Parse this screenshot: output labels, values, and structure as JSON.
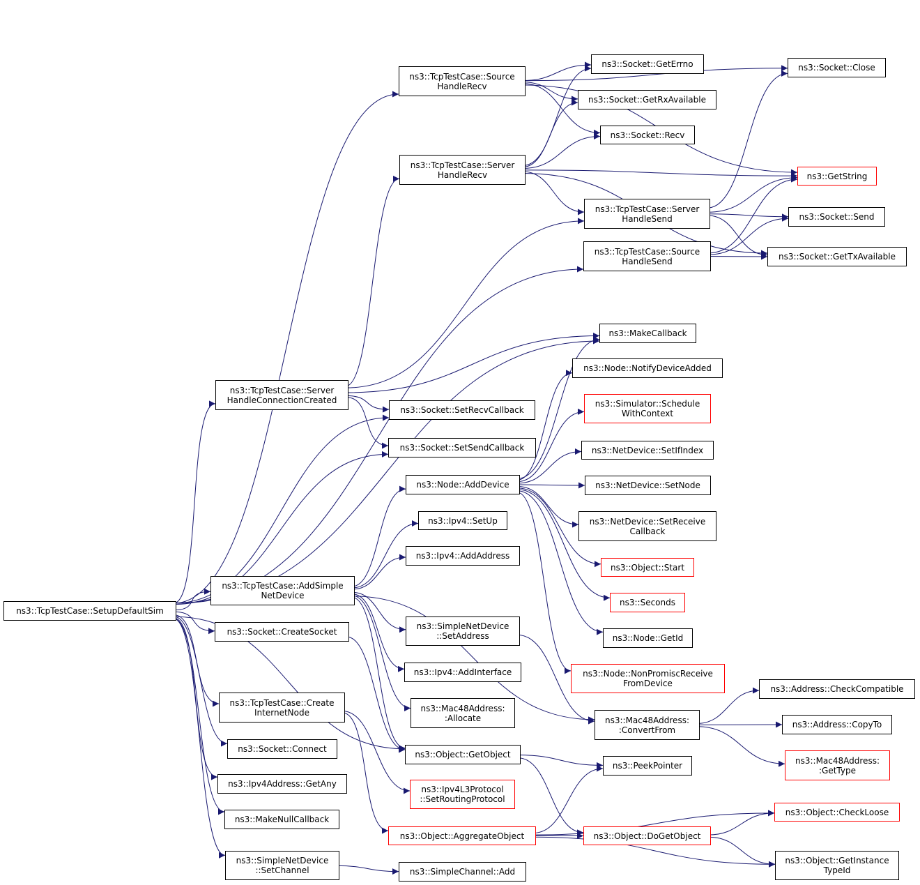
{
  "colors": {
    "edge": "#191970",
    "node_border": "#000000",
    "truncated_border": "#ff0000",
    "root_fill": "#bfbfbf"
  },
  "nodes": {
    "setup_default_sim": {
      "lines": [
        "ns3::TcpTestCase::SetupDefaultSim"
      ],
      "root": true
    },
    "source_handle_recv": {
      "lines": [
        "ns3::TcpTestCase::Source",
        "HandleRecv"
      ]
    },
    "server_handle_recv": {
      "lines": [
        "ns3::TcpTestCase::Server",
        "HandleRecv"
      ]
    },
    "get_errno": {
      "lines": [
        "ns3::Socket::GetErrno"
      ]
    },
    "get_rx_available": {
      "lines": [
        "ns3::Socket::GetRxAvailable"
      ]
    },
    "recv": {
      "lines": [
        "ns3::Socket::Recv"
      ]
    },
    "socket_close": {
      "lines": [
        "ns3::Socket::Close"
      ]
    },
    "get_string": {
      "lines": [
        "ns3::GetString"
      ],
      "truncated": true
    },
    "server_handle_send": {
      "lines": [
        "ns3::TcpTestCase::Server",
        "HandleSend"
      ]
    },
    "source_handle_send": {
      "lines": [
        "ns3::TcpTestCase::Source",
        "HandleSend"
      ]
    },
    "socket_send": {
      "lines": [
        "ns3::Socket::Send"
      ]
    },
    "get_tx_available": {
      "lines": [
        "ns3::Socket::GetTxAvailable"
      ]
    },
    "make_callback": {
      "lines": [
        "ns3::MakeCallback"
      ]
    },
    "notify_device_added": {
      "lines": [
        "ns3::Node::NotifyDeviceAdded"
      ]
    },
    "schedule_with_context": {
      "lines": [
        "ns3::Simulator::Schedule",
        "WithContext"
      ],
      "truncated": true
    },
    "set_if_index": {
      "lines": [
        "ns3::NetDevice::SetIfIndex"
      ]
    },
    "set_node": {
      "lines": [
        "ns3::NetDevice::SetNode"
      ]
    },
    "set_receive_callback": {
      "lines": [
        "ns3::NetDevice::SetReceive",
        "Callback"
      ]
    },
    "object_start": {
      "lines": [
        "ns3::Object::Start"
      ],
      "truncated": true
    },
    "seconds": {
      "lines": [
        "ns3::Seconds"
      ],
      "truncated": true
    },
    "node_get_id": {
      "lines": [
        "ns3::Node::GetId"
      ]
    },
    "non_promisc_receive": {
      "lines": [
        "ns3::Node::NonPromiscReceive",
        "FromDevice"
      ],
      "truncated": true
    },
    "server_handle_conn": {
      "lines": [
        "ns3::TcpTestCase::Server",
        "HandleConnectionCreated"
      ]
    },
    "set_recv_callback": {
      "lines": [
        "ns3::Socket::SetRecvCallback"
      ]
    },
    "set_send_callback": {
      "lines": [
        "ns3::Socket::SetSendCallback"
      ]
    },
    "node_add_device": {
      "lines": [
        "ns3::Node::AddDevice"
      ]
    },
    "ipv4_set_up": {
      "lines": [
        "ns3::Ipv4::SetUp"
      ]
    },
    "ipv4_add_address": {
      "lines": [
        "ns3::Ipv4::AddAddress"
      ]
    },
    "add_simple_net_device": {
      "lines": [
        "ns3::TcpTestCase::AddSimple",
        "NetDevice"
      ]
    },
    "simple_net_device_set_address": {
      "lines": [
        "ns3::SimpleNetDevice",
        "::SetAddress"
      ]
    },
    "ipv4_add_interface": {
      "lines": [
        "ns3::Ipv4::AddInterface"
      ]
    },
    "mac48_allocate": {
      "lines": [
        "ns3::Mac48Address:",
        ":Allocate"
      ]
    },
    "create_socket": {
      "lines": [
        "ns3::Socket::CreateSocket"
      ]
    },
    "create_internet_node": {
      "lines": [
        "ns3::TcpTestCase::Create",
        "InternetNode"
      ]
    },
    "socket_connect": {
      "lines": [
        "ns3::Socket::Connect"
      ]
    },
    "ipv4_get_any": {
      "lines": [
        "ns3::Ipv4Address::GetAny"
      ]
    },
    "make_null_callback": {
      "lines": [
        "ns3::MakeNullCallback"
      ]
    },
    "simple_net_device_set_channel": {
      "lines": [
        "ns3::SimpleNetDevice",
        "::SetChannel"
      ]
    },
    "object_get_object": {
      "lines": [
        "ns3::Object::GetObject"
      ]
    },
    "ipv4l3_set_routing": {
      "lines": [
        "ns3::Ipv4L3Protocol",
        "::SetRoutingProtocol"
      ],
      "truncated": true
    },
    "object_aggregate": {
      "lines": [
        "ns3::Object::AggregateObject"
      ],
      "truncated": true
    },
    "simple_channel_add": {
      "lines": [
        "ns3::SimpleChannel::Add"
      ]
    },
    "mac48_convert_from": {
      "lines": [
        "ns3::Mac48Address:",
        ":ConvertFrom"
      ]
    },
    "address_check_compatible": {
      "lines": [
        "ns3::Address::CheckCompatible"
      ]
    },
    "address_copy_to": {
      "lines": [
        "ns3::Address::CopyTo"
      ]
    },
    "mac48_get_type": {
      "lines": [
        "ns3::Mac48Address:",
        ":GetType"
      ],
      "truncated": true
    },
    "peek_pointer": {
      "lines": [
        "ns3::PeekPointer"
      ]
    },
    "object_check_loose": {
      "lines": [
        "ns3::Object::CheckLoose"
      ],
      "truncated": true
    },
    "object_do_get_object": {
      "lines": [
        "ns3::Object::DoGetObject"
      ],
      "truncated": true
    },
    "object_get_instance_typeid": {
      "lines": [
        "ns3::Object::GetInstance",
        "TypeId"
      ]
    }
  },
  "edges": [
    [
      "setup_default_sim",
      "source_handle_recv"
    ],
    [
      "setup_default_sim",
      "source_handle_send"
    ],
    [
      "setup_default_sim",
      "make_callback"
    ],
    [
      "setup_default_sim",
      "server_handle_conn"
    ],
    [
      "setup_default_sim",
      "set_recv_callback"
    ],
    [
      "setup_default_sim",
      "set_send_callback"
    ],
    [
      "setup_default_sim",
      "add_simple_net_device"
    ],
    [
      "setup_default_sim",
      "create_socket"
    ],
    [
      "setup_default_sim",
      "object_get_object"
    ],
    [
      "setup_default_sim",
      "create_internet_node"
    ],
    [
      "setup_default_sim",
      "socket_connect"
    ],
    [
      "setup_default_sim",
      "ipv4_get_any"
    ],
    [
      "setup_default_sim",
      "make_null_callback"
    ],
    [
      "setup_default_sim",
      "simple_net_device_set_channel"
    ],
    [
      "source_handle_recv",
      "get_errno"
    ],
    [
      "source_handle_recv",
      "get_rx_available"
    ],
    [
      "source_handle_recv",
      "recv"
    ],
    [
      "source_handle_recv",
      "socket_close"
    ],
    [
      "source_handle_recv",
      "get_string"
    ],
    [
      "server_handle_recv",
      "get_errno"
    ],
    [
      "server_handle_recv",
      "get_rx_available"
    ],
    [
      "server_handle_recv",
      "recv"
    ],
    [
      "server_handle_recv",
      "get_string"
    ],
    [
      "server_handle_recv",
      "server_handle_send"
    ],
    [
      "server_handle_recv",
      "get_tx_available"
    ],
    [
      "server_handle_send",
      "socket_close"
    ],
    [
      "server_handle_send",
      "get_string"
    ],
    [
      "server_handle_send",
      "socket_send"
    ],
    [
      "server_handle_send",
      "get_tx_available"
    ],
    [
      "source_handle_send",
      "get_string"
    ],
    [
      "source_handle_send",
      "socket_send"
    ],
    [
      "source_handle_send",
      "get_tx_available"
    ],
    [
      "server_handle_conn",
      "server_handle_recv"
    ],
    [
      "server_handle_conn",
      "server_handle_send"
    ],
    [
      "server_handle_conn",
      "make_callback"
    ],
    [
      "server_handle_conn",
      "set_recv_callback"
    ],
    [
      "server_handle_conn",
      "set_send_callback"
    ],
    [
      "add_simple_net_device",
      "node_add_device"
    ],
    [
      "add_simple_net_device",
      "ipv4_set_up"
    ],
    [
      "add_simple_net_device",
      "ipv4_add_address"
    ],
    [
      "add_simple_net_device",
      "simple_net_device_set_address"
    ],
    [
      "add_simple_net_device",
      "ipv4_add_interface"
    ],
    [
      "add_simple_net_device",
      "mac48_allocate"
    ],
    [
      "add_simple_net_device",
      "object_get_object"
    ],
    [
      "add_simple_net_device",
      "mac48_convert_from"
    ],
    [
      "node_add_device",
      "make_callback"
    ],
    [
      "node_add_device",
      "notify_device_added"
    ],
    [
      "node_add_device",
      "schedule_with_context"
    ],
    [
      "node_add_device",
      "set_if_index"
    ],
    [
      "node_add_device",
      "set_node"
    ],
    [
      "node_add_device",
      "set_receive_callback"
    ],
    [
      "node_add_device",
      "object_start"
    ],
    [
      "node_add_device",
      "seconds"
    ],
    [
      "node_add_device",
      "node_get_id"
    ],
    [
      "node_add_device",
      "non_promisc_receive"
    ],
    [
      "simple_net_device_set_address",
      "mac48_convert_from"
    ],
    [
      "create_socket",
      "object_get_object"
    ],
    [
      "create_internet_node",
      "ipv4l3_set_routing"
    ],
    [
      "create_internet_node",
      "object_aggregate"
    ],
    [
      "simple_net_device_set_channel",
      "simple_channel_add"
    ],
    [
      "object_get_object",
      "peek_pointer"
    ],
    [
      "object_get_object",
      "object_do_get_object"
    ],
    [
      "object_aggregate",
      "peek_pointer"
    ],
    [
      "object_aggregate",
      "object_check_loose"
    ],
    [
      "object_aggregate",
      "object_do_get_object"
    ],
    [
      "object_aggregate",
      "object_get_instance_typeid"
    ],
    [
      "object_do_get_object",
      "object_check_loose"
    ],
    [
      "object_do_get_object",
      "object_get_instance_typeid"
    ],
    [
      "mac48_convert_from",
      "address_check_compatible"
    ],
    [
      "mac48_convert_from",
      "address_copy_to"
    ],
    [
      "mac48_convert_from",
      "mac48_get_type"
    ]
  ]
}
